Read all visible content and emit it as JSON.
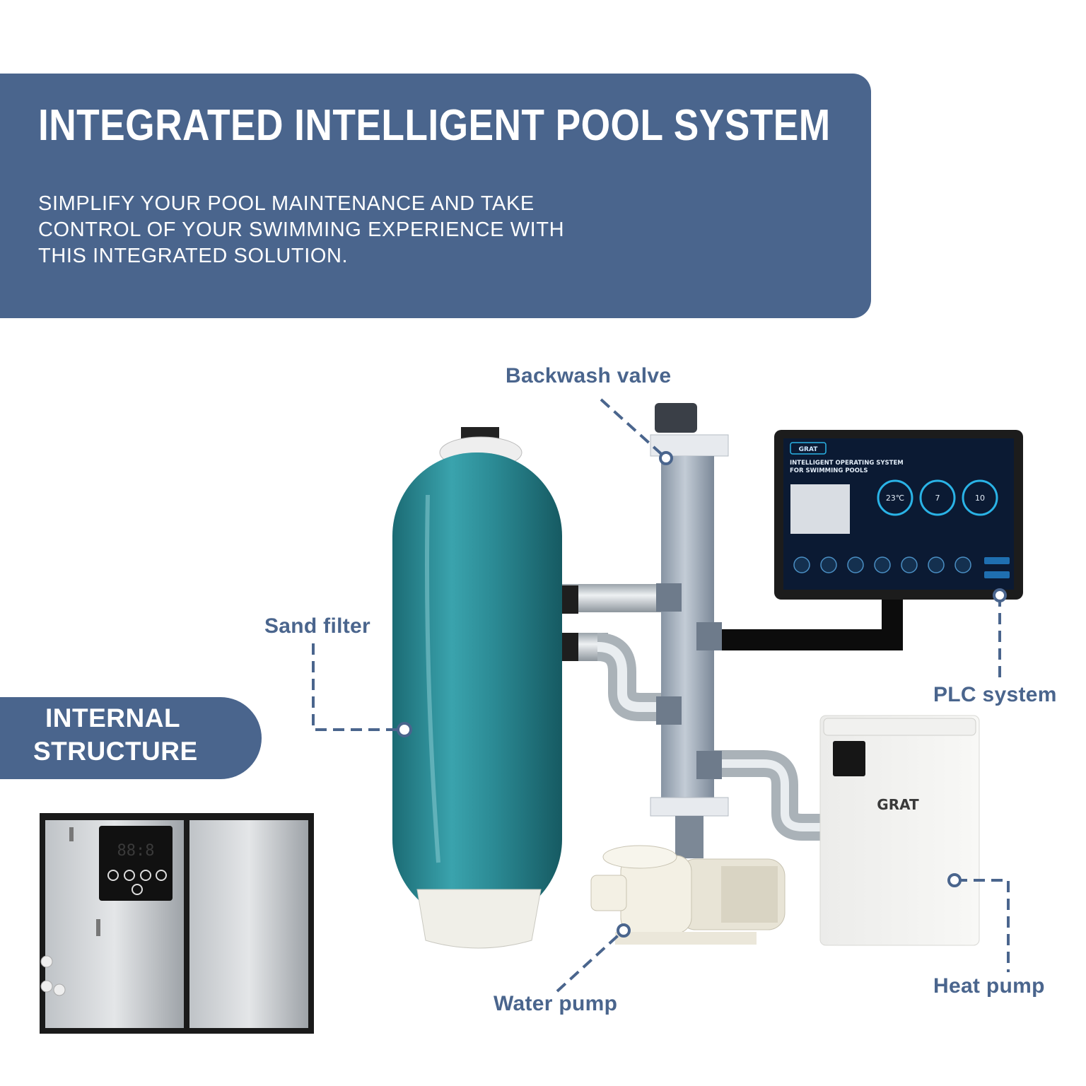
{
  "header": {
    "title": "INTEGRATED INTELLIGENT POOL SYSTEM",
    "subtitle_lines": [
      "SIMPLIFY YOUR POOL MAINTENANCE AND TAKE",
      "CONTROL OF YOUR SWIMMING EXPERIENCE WITH",
      "THIS INTEGRATED SOLUTION."
    ]
  },
  "badge": {
    "line1": "INTERNAL",
    "line2": "STRUCTURE"
  },
  "labels": {
    "backwash_valve": "Backwash valve",
    "sand_filter": "Sand filter",
    "plc_system": "PLC system",
    "water_pump": "Water pump",
    "heat_pump": "Heat pump"
  },
  "brand": "GRAT",
  "screen": {
    "title_line1": "INTELLIGENT OPERATING SYSTEM",
    "title_line2": "FOR SWIMMING POOLS",
    "gauges": [
      "23℃",
      "7",
      "10"
    ]
  },
  "cabinet_display": "88:8",
  "colors": {
    "accent": "#4a658d",
    "tank": "#2b8a94",
    "screen_bg": "#0b1a33",
    "gauge": "#2ab3e6"
  }
}
